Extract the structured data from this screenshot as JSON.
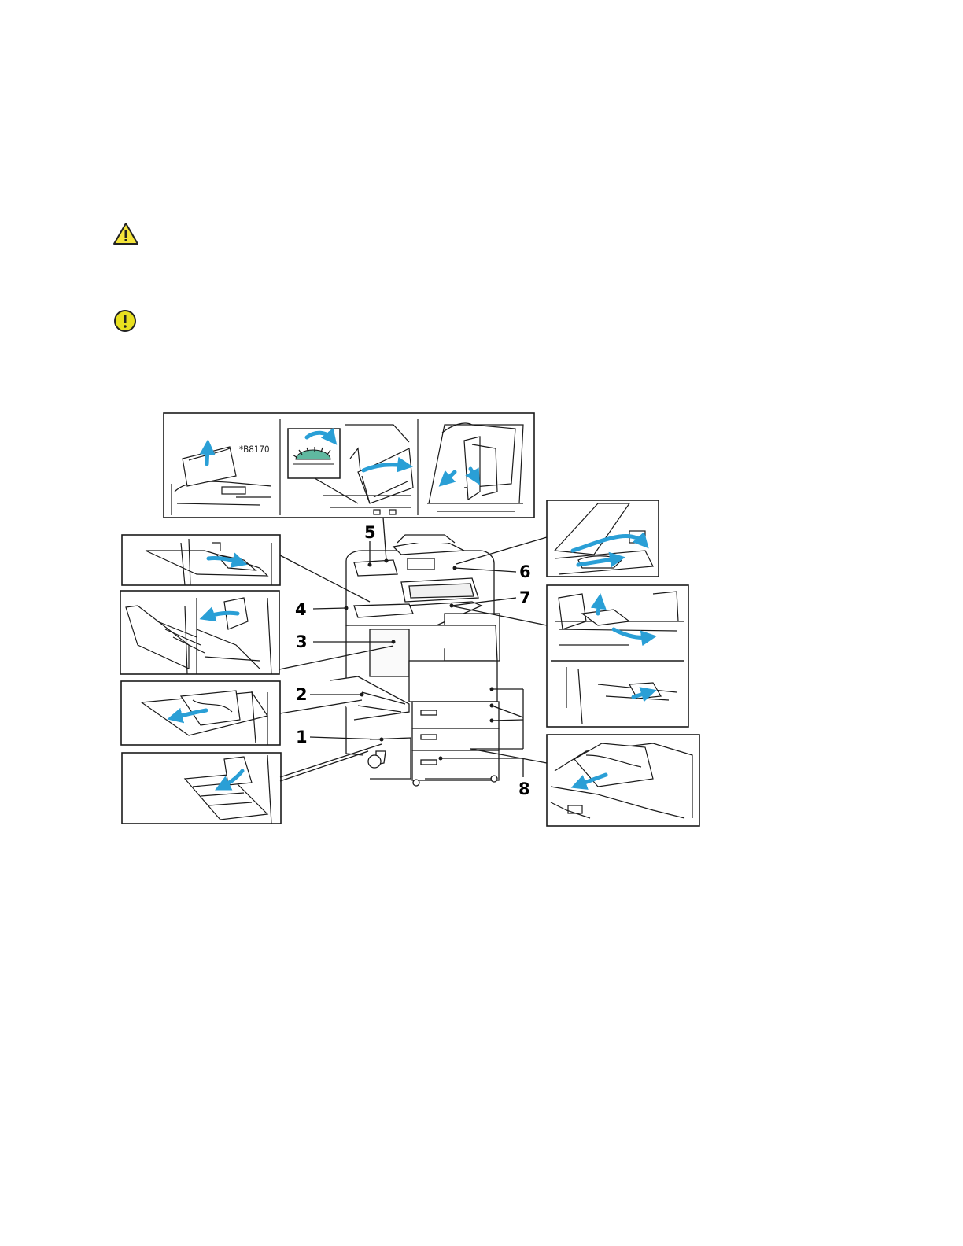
{
  "icons": {
    "warning": "warning-triangle-icon",
    "caution": "caution-circle-icon"
  },
  "colors": {
    "warning_fill": "#f4e43a",
    "caution_fill": "#e8e020",
    "arrow_blue": "#2a9fd6",
    "gear_green": "#5fb8a0",
    "line": "#1a1a1a"
  },
  "figure": {
    "model_note": "*B8170",
    "callouts": [
      "1",
      "2",
      "3",
      "4",
      "5",
      "6",
      "7",
      "8"
    ]
  }
}
